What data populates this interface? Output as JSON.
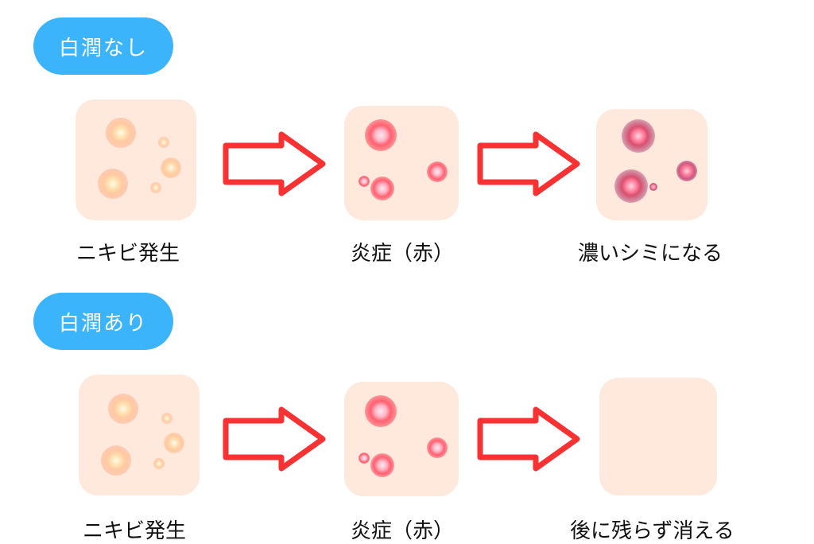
{
  "rows": [
    {
      "badge": "白潤なし",
      "stages": [
        {
          "label": "ニキビ発生",
          "state": "acne"
        },
        {
          "label": "炎症（赤）",
          "state": "inflamed"
        },
        {
          "label": "濃いシミになる",
          "state": "dark-spot"
        }
      ]
    },
    {
      "badge": "白潤あり",
      "stages": [
        {
          "label": "ニキビ発生",
          "state": "acne"
        },
        {
          "label": "炎症（赤）",
          "state": "inflamed"
        },
        {
          "label": "後に残らず消える",
          "state": "clear"
        }
      ]
    }
  ],
  "colors": {
    "badge": "#3bb4fb",
    "skin": "#ffe8dc",
    "arrow": "#f83232",
    "acne": "#ffbf99",
    "inflamed": "#ff5a6a",
    "dark_spot": "#c0587a"
  }
}
